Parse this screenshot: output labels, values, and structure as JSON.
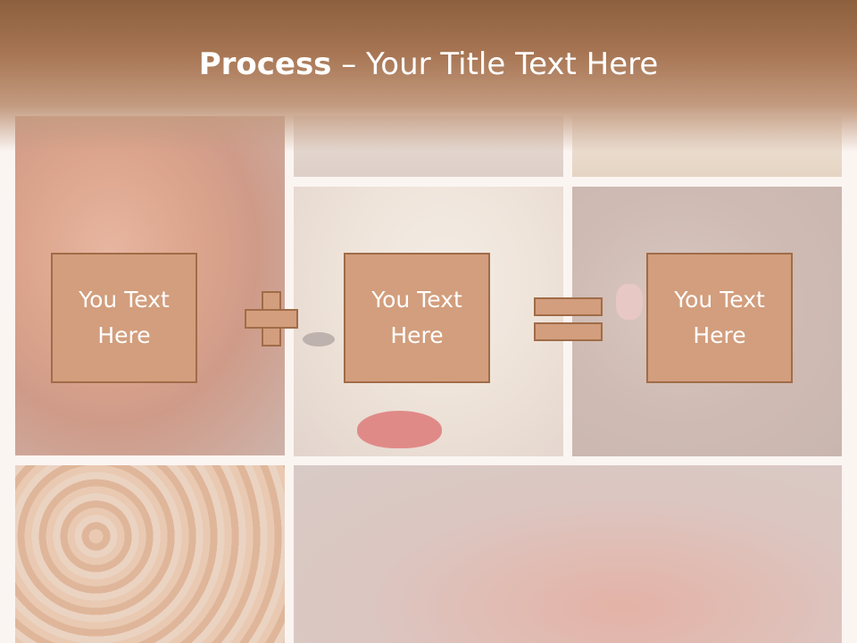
{
  "slide": {
    "title_bold": "Process",
    "title_rest": " – Your Title Text Here"
  },
  "boxes": [
    {
      "text": "You Text\nHere"
    },
    {
      "text": "You Text\nHere"
    },
    {
      "text": "You Text\nHere"
    }
  ],
  "operators": [
    "plus-icon",
    "equals-icon"
  ],
  "colors": {
    "header": "#a77553",
    "box_fill": "#d29e7d",
    "box_border": "#a06c48",
    "text": "#ffffff"
  }
}
